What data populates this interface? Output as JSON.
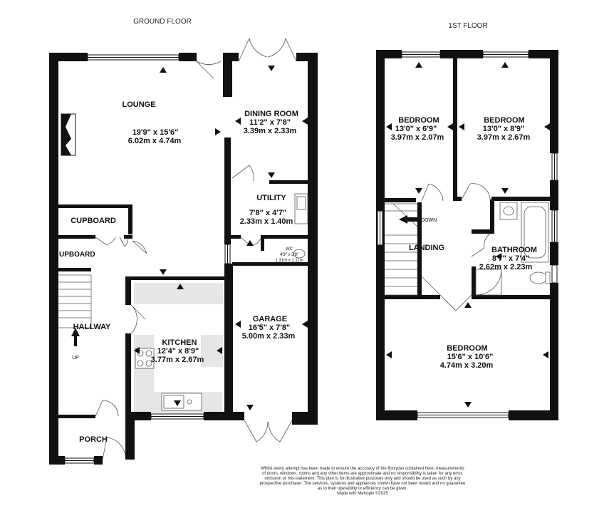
{
  "floors": {
    "ground": {
      "title": "GROUND FLOOR"
    },
    "first": {
      "title": "1ST FLOOR"
    }
  },
  "rooms": {
    "lounge": {
      "name": "LOUNGE",
      "imperial": "19'9\" x 15'6\"",
      "metric": "6.02m x 4.74m"
    },
    "dining": {
      "name": "DINING ROOM",
      "imperial": "11'2\" x 7'8\"",
      "metric": "3.39m x 2.33m"
    },
    "utility": {
      "name": "UTILITY",
      "imperial": "7'8\" x 4'7\"",
      "metric": "2.33m x 1.40m"
    },
    "wc": {
      "name": "WC",
      "imperial": "4'3\" x 3'8\"",
      "metric": "1.31m x 1.11m"
    },
    "cupboard1": {
      "name": "CUPBOARD"
    },
    "cupboard2": {
      "name": "UPBOARD"
    },
    "hallway": {
      "name": "HALLWAY"
    },
    "kitchen": {
      "name": "KITCHEN",
      "imperial": "12'4\" x 8'9\"",
      "metric": "3.77m x 2.67m"
    },
    "garage": {
      "name": "GARAGE",
      "imperial": "16'5\" x 7'8\"",
      "metric": "5.00m x 2.33m"
    },
    "porch": {
      "name": "PORCH"
    },
    "bedroom1": {
      "name": "BEDROOM",
      "imperial": "13'0\" x 6'9\"",
      "metric": "3.97m x 2.07m"
    },
    "bedroom2": {
      "name": "BEDROOM",
      "imperial": "13'0\" x 8'9\"",
      "metric": "3.97m x 2.67m"
    },
    "landing": {
      "name": "LANDING"
    },
    "bathroom": {
      "name": "BATHROOM",
      "imperial": "8'7\" x 7'4\"",
      "metric": "2.62m x 2.23m"
    },
    "bedroom3": {
      "name": "BEDROOM",
      "imperial": "15'6\" x 10'6\"",
      "metric": "4.74m x 3.20m"
    }
  },
  "stairs": {
    "up": "UP",
    "down": "DOWN"
  },
  "disclaimer": [
    "Whilst every attempt has been made to ensure the accuracy of the floorplan contained here, measurements",
    "of doors, windows, rooms and any other items are approximate and no responsibility is taken for any error,",
    "omission or mis-statement. This plan is for illustrative purposes only and should be used as such by any",
    "prospective purchaser. The services, systems and appliances shown have not been tested and no guarantee",
    "as to their operability or efficiency can be given.",
    "Made with Metropix ©2025"
  ],
  "colors": {
    "wall": "#111111",
    "counter": "#e6e6e6",
    "line": "#555555"
  }
}
